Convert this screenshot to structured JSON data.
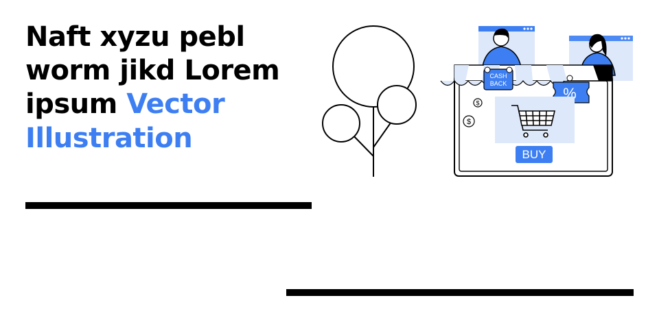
{
  "headline": {
    "line1": "Naft xyzu pebl",
    "line2": "worm jikd Lorem",
    "line3_plain": "ipsum",
    "line3_accent": "Vector",
    "line4_accent": "Illustration"
  },
  "illustration": {
    "cashback_tag": {
      "line1": "CASH",
      "line2": "BACK"
    },
    "buy_button": "BUY",
    "percent_symbol": "%",
    "coin_symbol": "$",
    "colors": {
      "accent": "#3d7ff2",
      "light_blue": "#dde8fb",
      "ink": "#000000",
      "skin": "#ffffff"
    },
    "icons": [
      "tree-icon",
      "shopping-cart-icon",
      "coin-icon",
      "discount-coupon-icon",
      "shop-awning-icon"
    ]
  }
}
